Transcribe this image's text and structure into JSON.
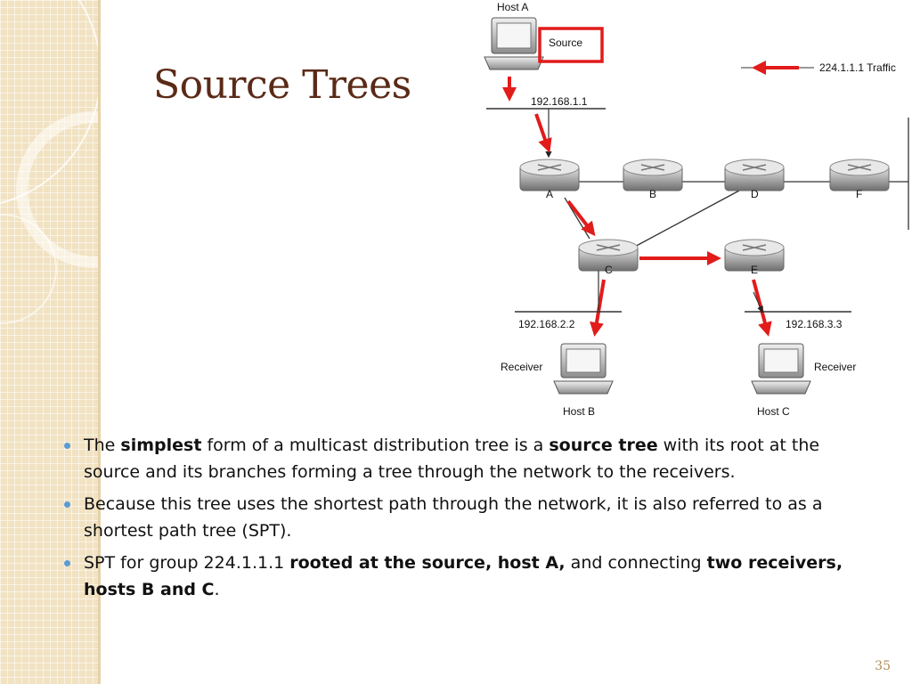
{
  "slide": {
    "title": "Source Trees",
    "number": "35"
  },
  "diagram": {
    "host_a": "Host A",
    "source_label": "Source",
    "traffic_label": "224.1.1.1 Traffic",
    "subnet_a": "192.168.1.1",
    "routers": [
      "A",
      "B",
      "D",
      "F",
      "C",
      "E"
    ],
    "subnet_b": "192.168.2.2",
    "subnet_c": "192.168.3.3",
    "receiver_left": "Receiver",
    "receiver_right": "Receiver",
    "host_b": "Host B",
    "host_c": "Host C"
  },
  "bullets": [
    {
      "parts": [
        {
          "text": "The ",
          "bold": false
        },
        {
          "text": "simplest",
          "bold": true
        },
        {
          "text": " form of a multicast distribution tree is a ",
          "bold": false
        },
        {
          "text": "source tree",
          "bold": true
        },
        {
          "text": " with its root at the source and its branches forming a tree through the network to the receivers.",
          "bold": false
        }
      ]
    },
    {
      "parts": [
        {
          "text": "Because this tree uses the shortest path through the network, it is also referred to as a shortest path tree (SPT).",
          "bold": false
        }
      ]
    },
    {
      "parts": [
        {
          "text": "SPT for group 224.1.1.1 ",
          "bold": false
        },
        {
          "text": "rooted at the source, host A,",
          "bold": true
        },
        {
          "text": " and connecting ",
          "bold": false
        },
        {
          "text": "two receivers, hosts B and C",
          "bold": true
        },
        {
          "text": ".",
          "bold": false
        }
      ]
    }
  ],
  "colors": {
    "title": "#5a2a17",
    "accent_red": "#e21b1b",
    "bullet": "#5b9bd5",
    "band": "#f1e2c2"
  }
}
